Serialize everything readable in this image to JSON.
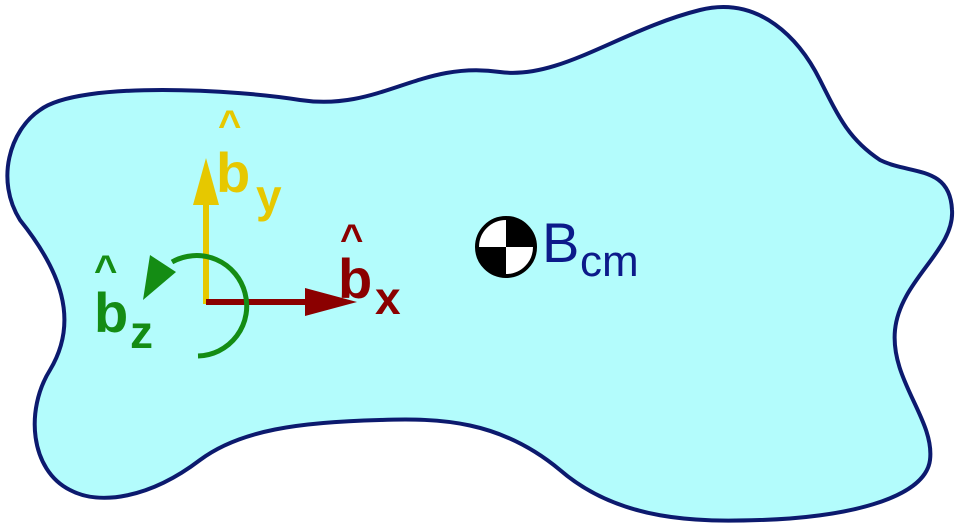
{
  "colors": {
    "body_fill": "#b3fcfc",
    "body_outline": "#0c1a6e",
    "x_axis": "#8b0000",
    "y_axis": "#e6c800",
    "z_axis": "#148c14",
    "cm_label": "#0c1a8a"
  },
  "labels": {
    "bx": {
      "base": "b",
      "sub": "x",
      "hat": "^"
    },
    "by": {
      "base": "b",
      "sub": "y",
      "hat": "^"
    },
    "bz": {
      "base": "b",
      "sub": "z",
      "hat": "^"
    },
    "bcm": {
      "base": "B",
      "sub": "cm"
    }
  },
  "icons": {
    "center_of_mass": "center-of-mass-symbol",
    "z_rotation": "curved-arrow-icon"
  }
}
